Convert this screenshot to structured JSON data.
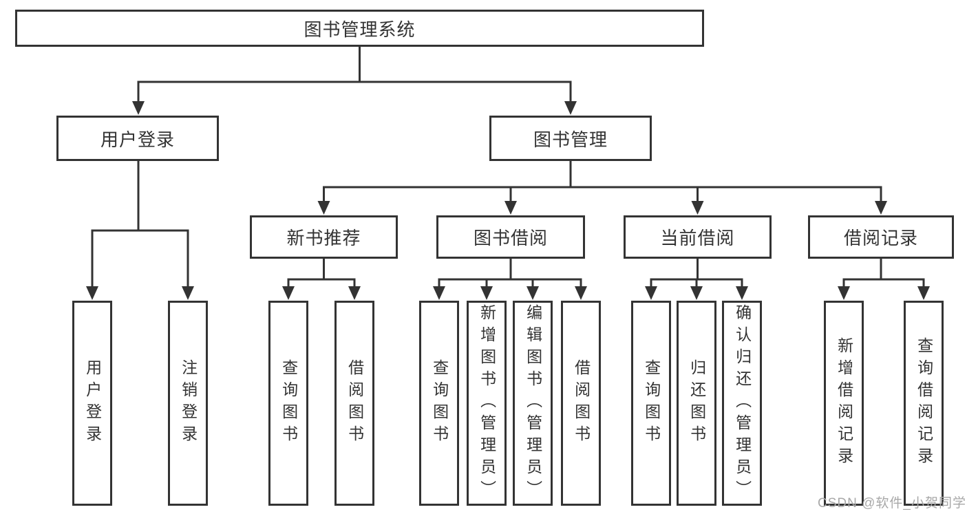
{
  "diagram": {
    "root": {
      "label": "图书管理系统"
    },
    "branches": [
      {
        "label": "用户登录",
        "children": [
          {
            "label": "用户登录"
          },
          {
            "label": "注销登录"
          }
        ]
      },
      {
        "label": "图书管理",
        "children": [
          {
            "label": "新书推荐",
            "children": [
              {
                "label": "查询图书"
              },
              {
                "label": "借阅图书"
              }
            ]
          },
          {
            "label": "图书借阅",
            "children": [
              {
                "label": "查询图书"
              },
              {
                "label": "新增图书（管理员）"
              },
              {
                "label": "编辑图书（管理员）"
              },
              {
                "label": "借阅图书"
              }
            ]
          },
          {
            "label": "当前借阅",
            "children": [
              {
                "label": "查询图书"
              },
              {
                "label": "归还图书"
              },
              {
                "label": "确认归还（管理员）"
              }
            ]
          },
          {
            "label": "借阅记录",
            "children": [
              {
                "label": "新增借阅记录"
              },
              {
                "label": "查询借阅记录"
              }
            ]
          }
        ]
      }
    ]
  },
  "watermark": {
    "text": "CSDN @软件_小贺同学"
  },
  "colors": {
    "line": "#333333",
    "box_bg": "#ffffff",
    "text": "#333333",
    "watermark": "#a8a8a8",
    "background": "#ffffff"
  }
}
